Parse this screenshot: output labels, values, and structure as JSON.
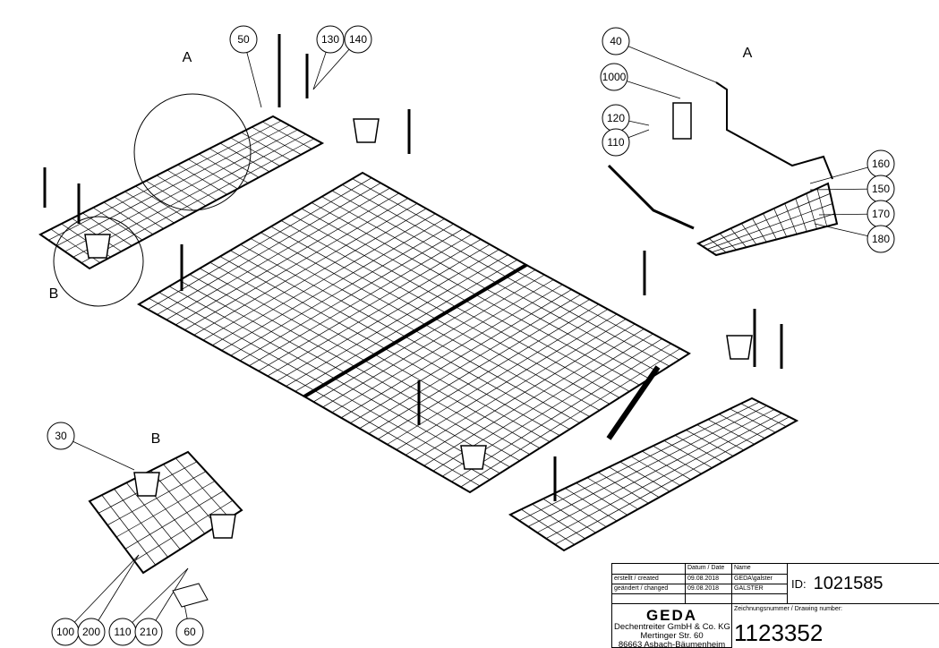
{
  "balloons": [
    "50",
    "130",
    "140",
    "40",
    "1000",
    "120",
    "110",
    "160",
    "150",
    "170",
    "180",
    "30",
    "100",
    "200",
    "110",
    "210",
    "60"
  ],
  "detail_labels": [
    "A",
    "A",
    "B",
    "B"
  ],
  "title_block": {
    "col_date": "Datum / Date",
    "col_name": "Name",
    "created_label": "erstellt / created",
    "created_date": "09.08.2018",
    "created_name": "GEDA\\galster",
    "changed_label": "geändert / changed",
    "changed_date": "09.08.2018",
    "changed_name": "GALSTER",
    "id_label": "ID:",
    "id_value": "1021585",
    "logo": "GEDA",
    "company": "Dechentreiter GmbH & Co. KG",
    "street": "Mertinger Str. 60",
    "city": "86663 Asbach-Bäumenheim",
    "drawing_number_label": "Zeichnungsnummer / Drawing number:",
    "drawing_number": "1123352"
  }
}
